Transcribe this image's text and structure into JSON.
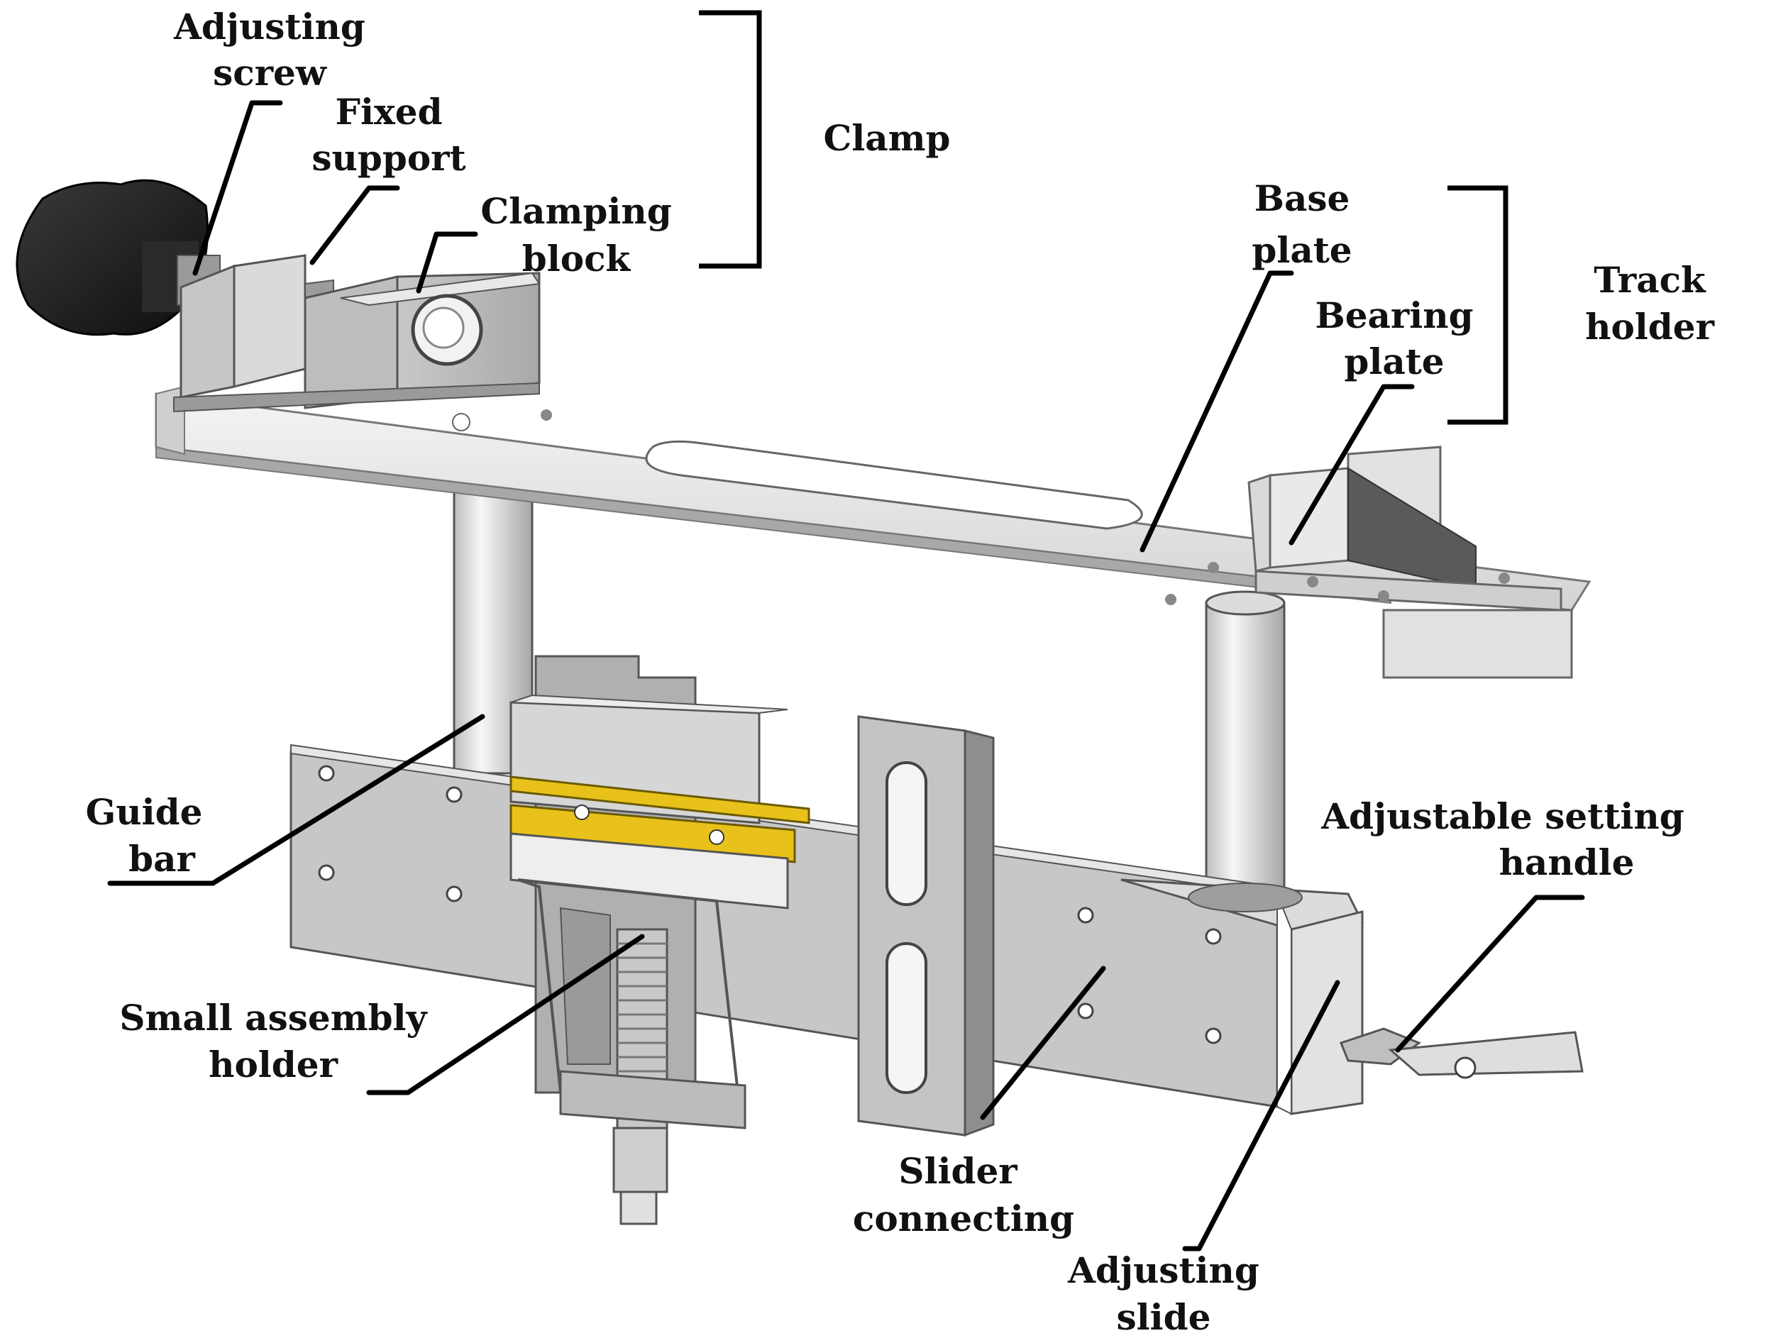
{
  "labels": {
    "adjusting_screw": [
      "Adjusting",
      "screw"
    ],
    "fixed_support": [
      "Fixed",
      "support"
    ],
    "clamping_block": [
      "Clamping",
      "block"
    ],
    "clamp": [
      "Clamp"
    ],
    "base_plate": [
      "Base",
      "plate"
    ],
    "bearing_plate": [
      "Bearing",
      "plate"
    ],
    "track_holder": [
      "Track",
      "holder"
    ],
    "guide_bar": [
      "Guide",
      "bar"
    ],
    "adjustable_setting_handle": [
      "Adjustable setting",
      "handle"
    ],
    "small_assembly_holder": [
      "Small assembly",
      "holder"
    ],
    "slider_connecting": [
      "Slider",
      "connecting"
    ],
    "adjusting_slide": [
      "Adjusting",
      "slide"
    ]
  },
  "colors": {
    "metal_light": "#e6e6e6",
    "metal_mid": "#bdbdbd",
    "metal_dark": "#8f8f8f",
    "knob": "#1a1a1a",
    "yellow": "#e8c21a"
  }
}
